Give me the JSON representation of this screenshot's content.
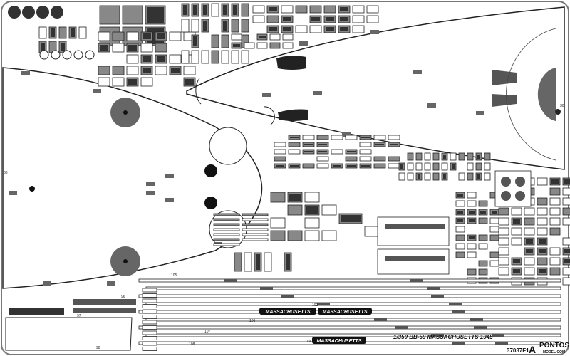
{
  "sheet": {
    "title": "1/350 BB-59 MASSACHUSETTS 1945",
    "code": "37037F1",
    "sheet_letter": "A",
    "brand": "PONTOS",
    "brand_url": "MODEL.COM",
    "name_plates": [
      "MASSACHUSETTS",
      "MASSACHUSETTS",
      "MASSACHUSETTS"
    ],
    "part_numbers": [
      "105",
      "106",
      "107",
      "108",
      "109",
      "96",
      "97",
      "98",
      "102",
      "33",
      "30"
    ]
  },
  "colors": {
    "outline": "#333333",
    "etch_gray": "#6b6b6b",
    "solid": "#111111",
    "frame": "#888888"
  }
}
